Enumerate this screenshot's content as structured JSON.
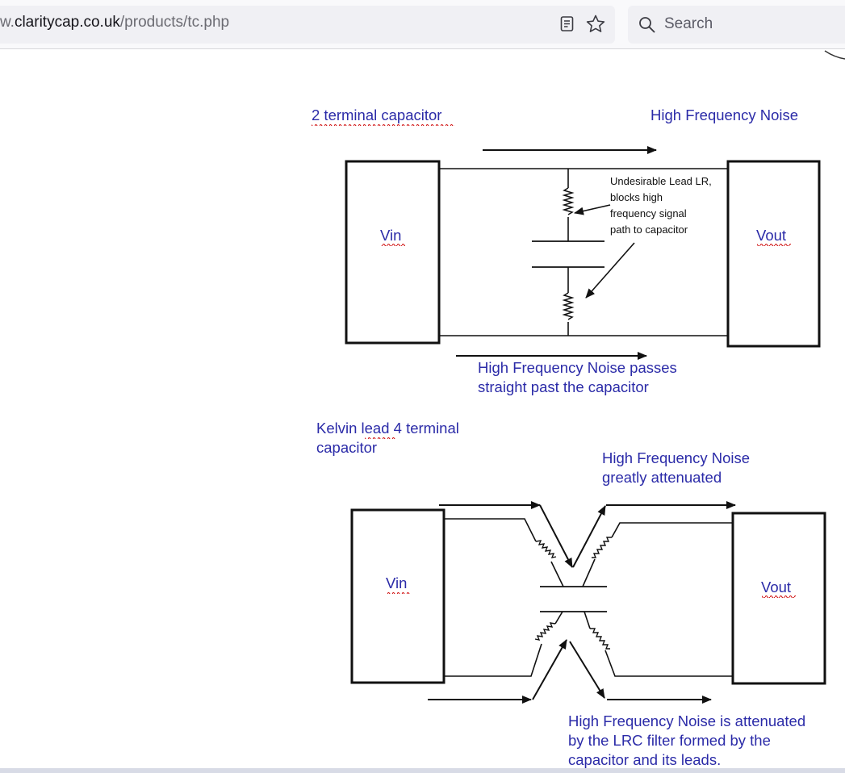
{
  "browser": {
    "url_prefix": "w.",
    "url_host": "claritycap.co.uk",
    "url_path": "/products/tc.php",
    "search_placeholder": "Search"
  },
  "diagram_top": {
    "title": "2 terminal capacitor",
    "noise_label": "High Frequency Noise",
    "vin": "Vin",
    "vout": "Vout",
    "annotation": [
      "Undesirable Lead LR,",
      "blocks high",
      "frequency signal",
      "path to capacitor"
    ],
    "passes_label": [
      "High Frequency Noise passes",
      "straight past the capacitor"
    ]
  },
  "diagram_bottom": {
    "title": [
      "Kelvin lead 4 terminal",
      "capacitor"
    ],
    "attenuated_label": [
      "High Frequency Noise",
      "greatly attenuated"
    ],
    "vin": "Vin",
    "vout": "Vout",
    "filter_label": [
      "High Frequency Noise is attenuated",
      "by the LRC filter formed by the",
      "capacitor and its leads."
    ]
  },
  "colors": {
    "label_blue": "#2b2ba8",
    "line": "#111111"
  }
}
